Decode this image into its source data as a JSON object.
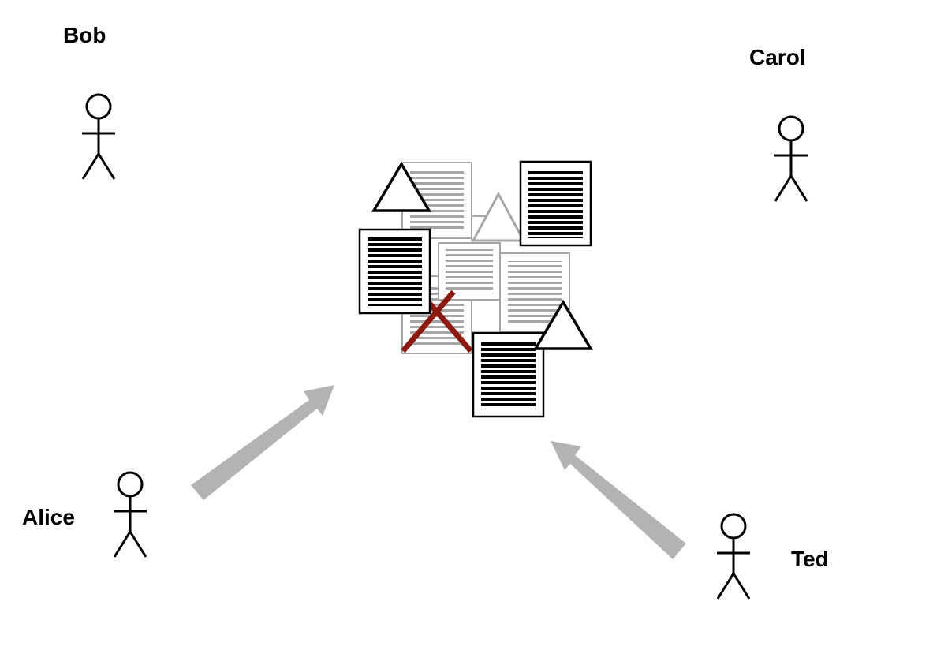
{
  "actors": [
    {
      "id": "bob",
      "name": "Bob"
    },
    {
      "id": "carol",
      "name": "Carol"
    },
    {
      "id": "alice",
      "name": "Alice"
    },
    {
      "id": "ted",
      "name": "Ted"
    }
  ],
  "colors": {
    "ink": "#000000",
    "faded_ink": "#999999",
    "arrow": "#b3b3b3",
    "cross": "#8b1a10",
    "background": "#ffffff"
  },
  "icons": [
    "stick-figure-icon",
    "document-icon",
    "faded-document-icon",
    "triangle-icon",
    "cross-mark-icon",
    "arrow-icon"
  ]
}
